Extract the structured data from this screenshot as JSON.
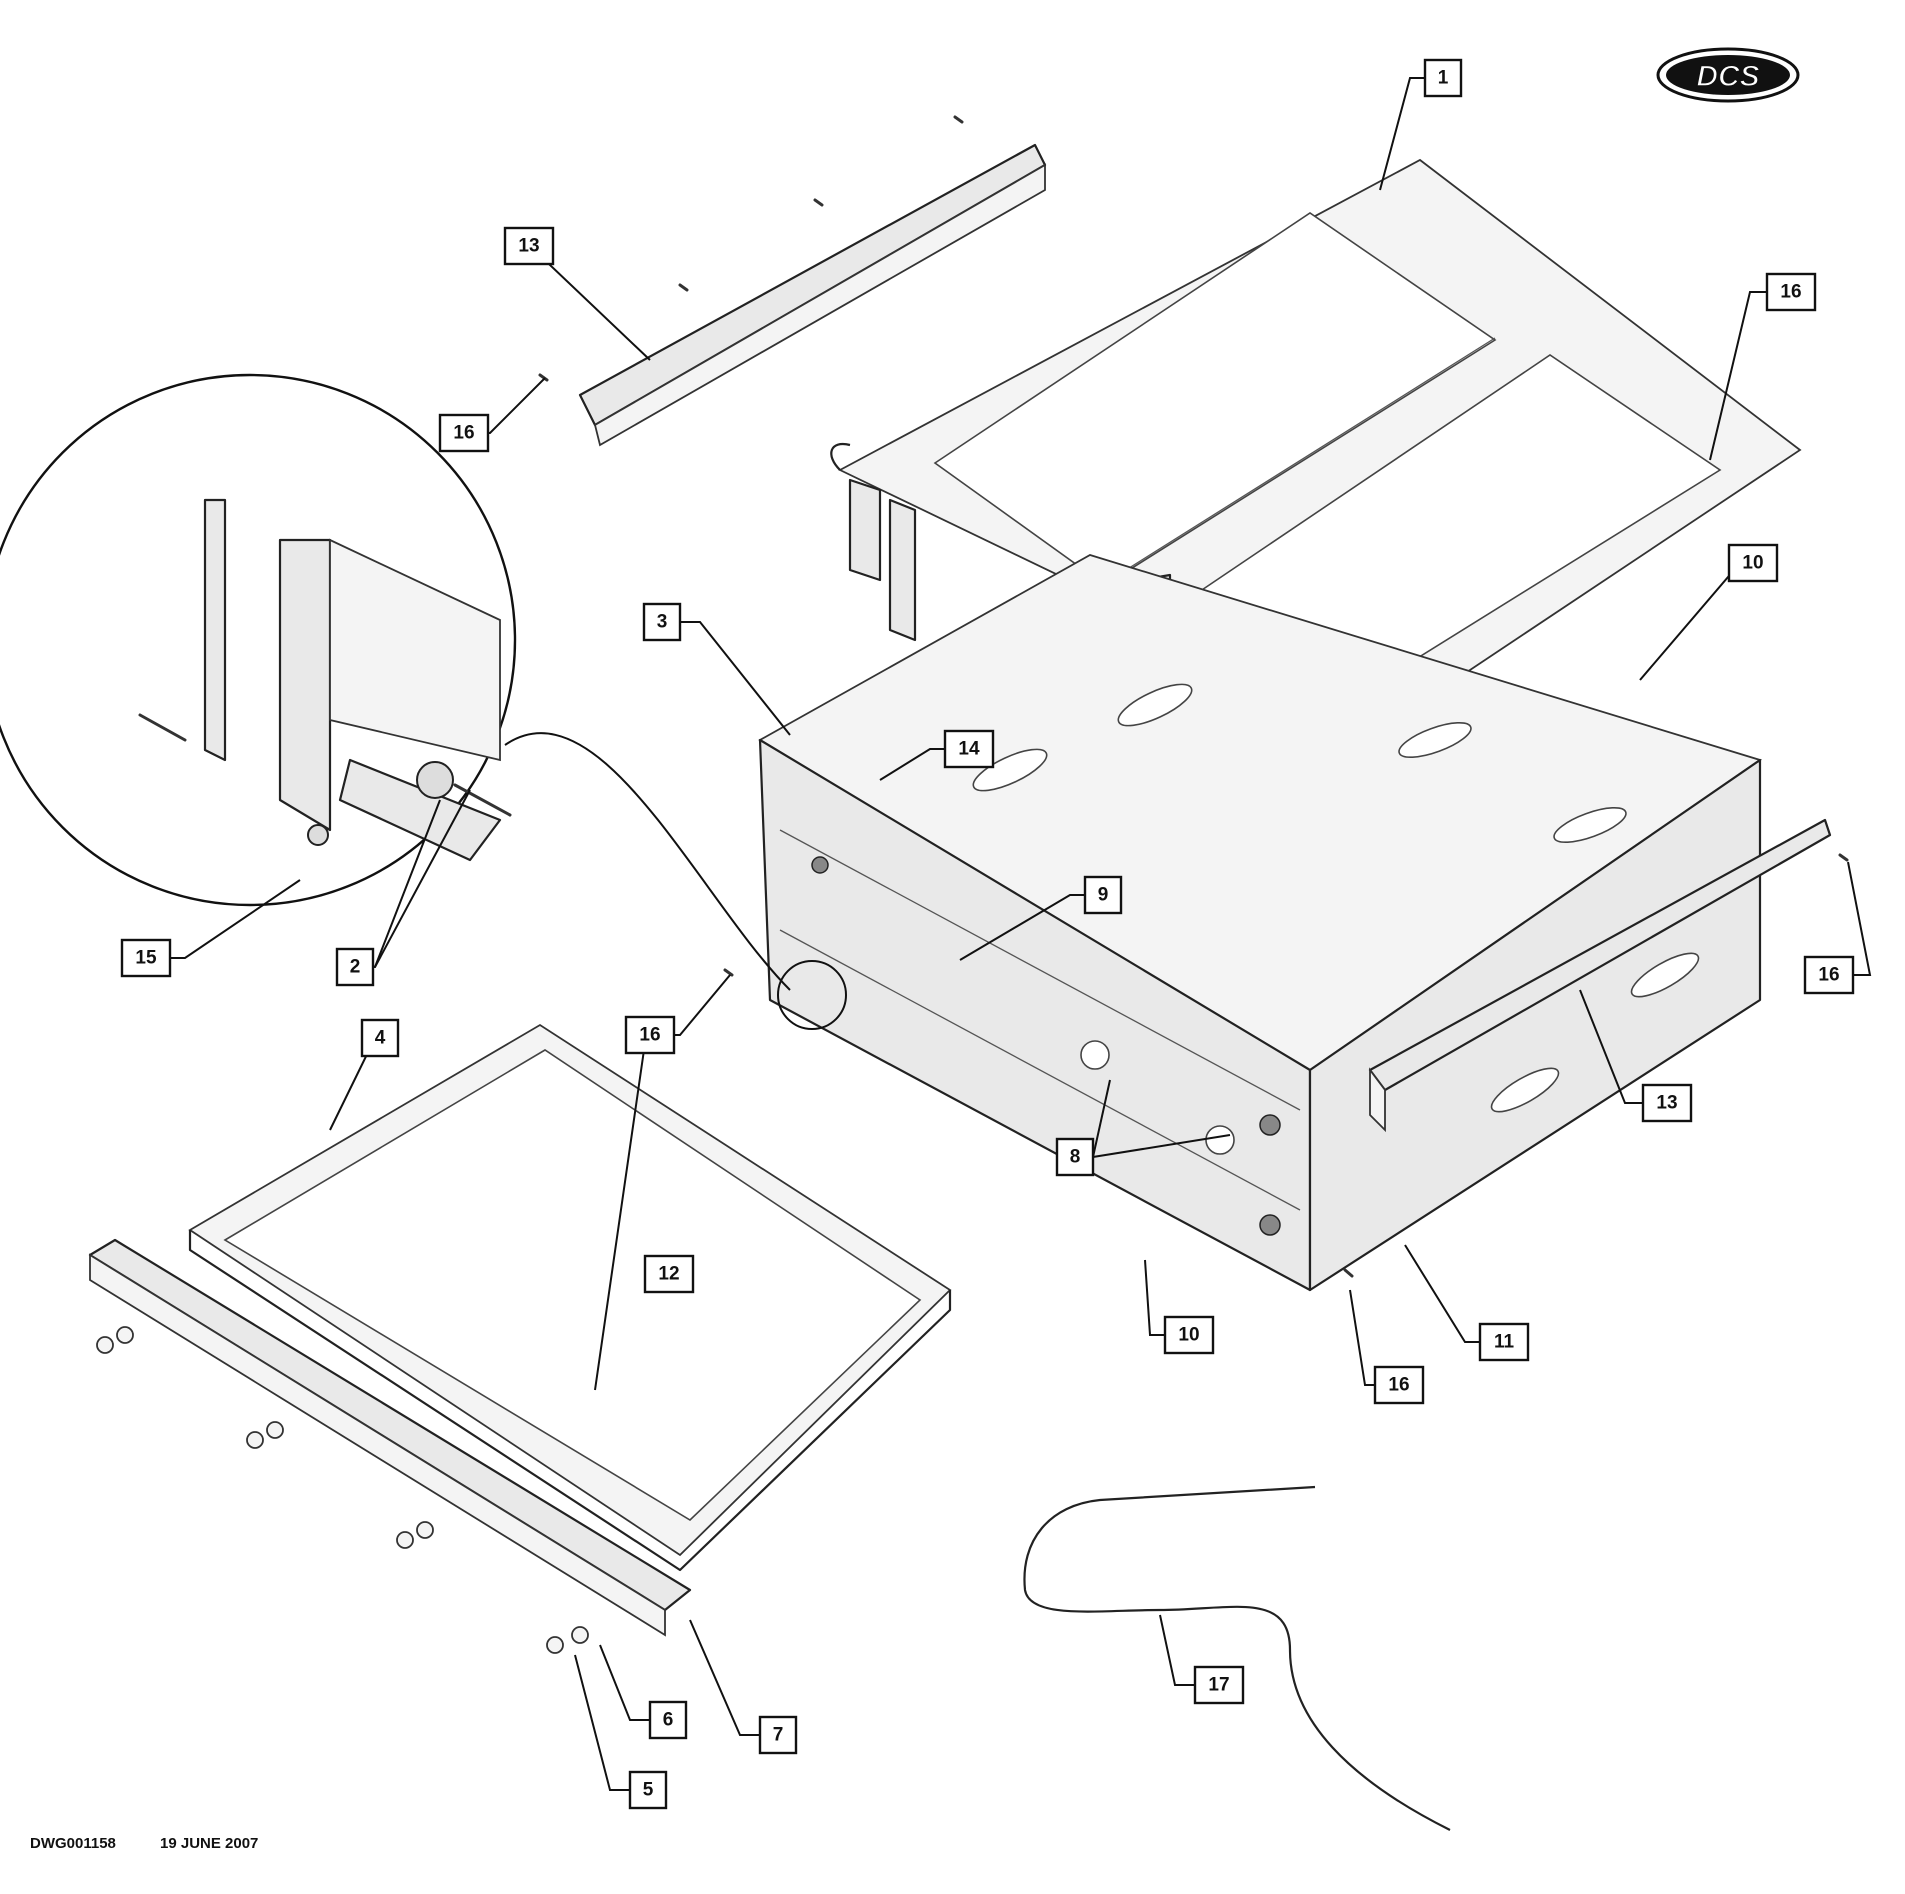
{
  "logo": {
    "text": "DCS"
  },
  "footer": {
    "drawing_number": "DWG001158",
    "date": "19 JUNE 2007"
  },
  "callouts": [
    "1",
    "2",
    "3",
    "4",
    "5",
    "6",
    "7",
    "8",
    "9",
    "10",
    "10",
    "11",
    "12",
    "13",
    "13",
    "14",
    "15",
    "16",
    "16",
    "16",
    "16",
    "16",
    "17"
  ]
}
